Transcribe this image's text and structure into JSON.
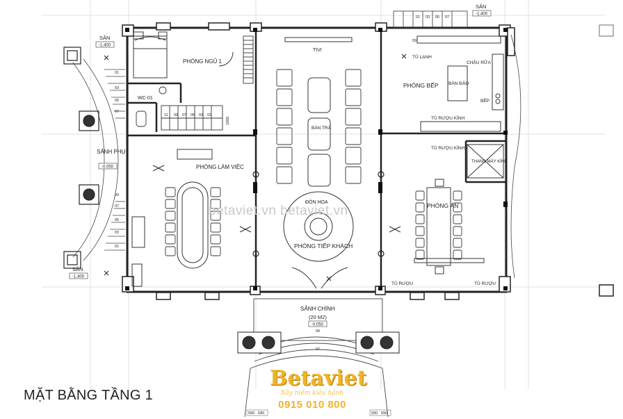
{
  "drawing_title": "MẶT BẰNG TẦNG 1",
  "watermark": "betaviet.vn  betaviet.vn",
  "logo": {
    "brand": "Betaviet",
    "slogan": "Xây niềm kiêu hãnh",
    "phone": "0915 010 800"
  },
  "rooms": {
    "bedroom": "PHÒNG NGỦ 1",
    "wc": "WC-01",
    "office": "PHÒNG LÀM VIỆC",
    "side_lobby": "SẢNH PHỤ",
    "tv": "TIVI",
    "tea_table": "BÀN TRÀ",
    "flower_table": "ĐÔN HOA",
    "reception": "PHÒNG TIẾP KHÁCH",
    "main_lobby": "SẢNH CHÍNH",
    "main_lobby_area": "(20 M2)",
    "kitchen": "PHÒNG BẾP",
    "fridge": "TỦ LẠNH",
    "sink": "CHẬU RỬA",
    "island": "BÀN ĐẢO",
    "stove": "BẾP",
    "wine_cabinet_glass_1": "TỦ RƯỢU KÍNH",
    "wine_cabinet_glass_2": "TỦ RƯỢU KÍNH",
    "elevator": "THANG MÁY KÍNH",
    "dining": "PHÒNG ĂN",
    "wine_cabinet_1": "TỦ RƯỢU",
    "wine_cabinet_2": "TỦ RƯỢU"
  },
  "levels": {
    "terrace_left_top": "SÂN",
    "terrace_left_top_level": "-1.400",
    "terrace_left_bottom": "SÂN",
    "terrace_left_bottom_level": "-1.400",
    "terrace_right_top": "SÂN",
    "terrace_right_top_level": "-1.400",
    "side_lobby_level": "-0.050",
    "main_lobby_level": "-0.050"
  },
  "stair_numbers": {
    "left_stair": [
      "01",
      "03",
      "05",
      "07"
    ],
    "left_stair_lower": [
      "09",
      "07",
      "05",
      "03",
      "01"
    ],
    "inner_stair": [
      "11",
      "09",
      "07",
      "05",
      "03",
      "01"
    ],
    "inner_stair_size": "1000",
    "top_right_stair": [
      "01",
      "03",
      "05",
      "07"
    ],
    "top_right_extra": "09",
    "front_step": "09",
    "front_step_2": "07"
  },
  "dimensions": {
    "bottom_left_a": "590",
    "bottom_left_b": "590",
    "bottom_right_a": "590",
    "bottom_right_b": "590"
  }
}
